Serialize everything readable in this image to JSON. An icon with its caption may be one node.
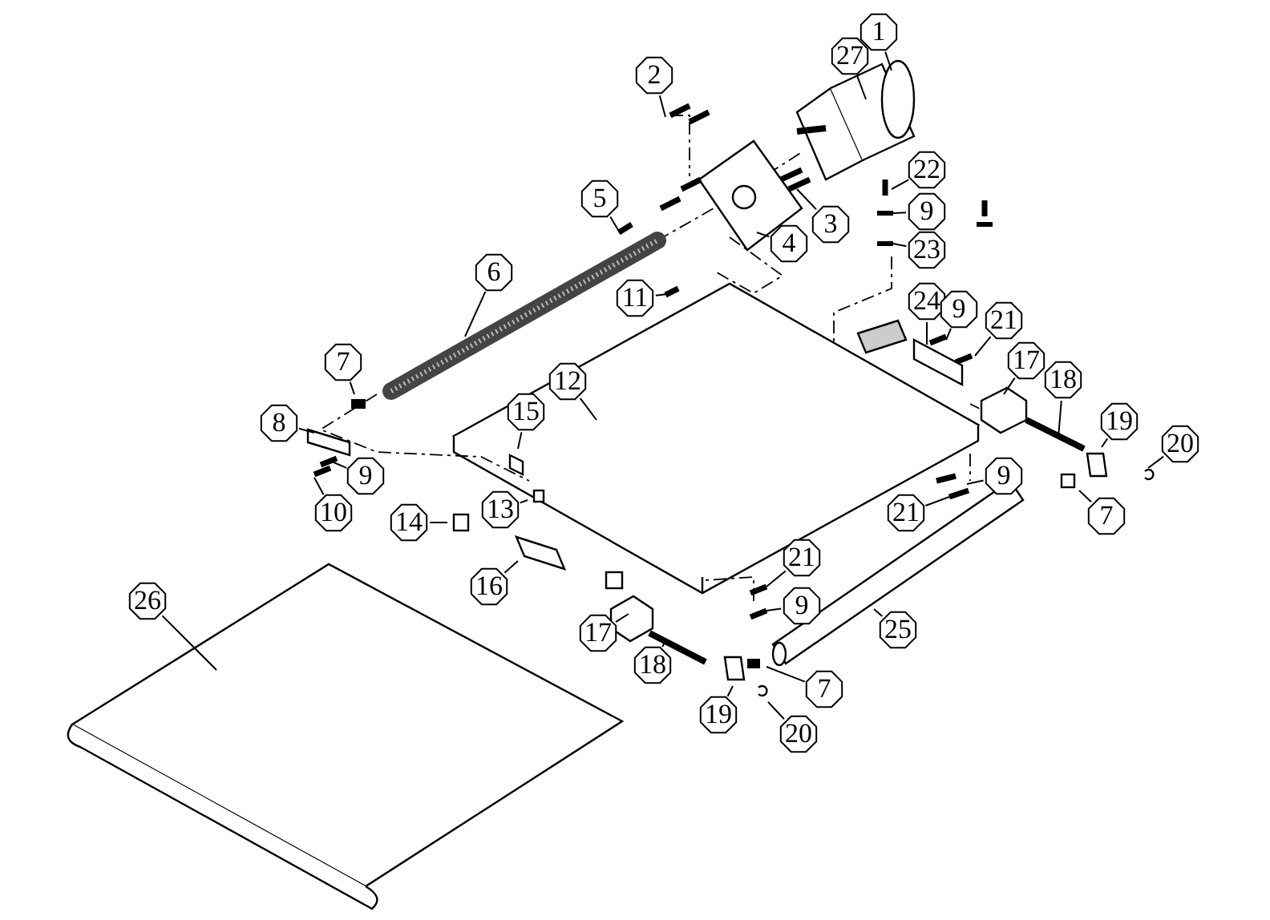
{
  "diagram": {
    "nodes": [
      {
        "text": [
          "1"
        ]
      },
      {
        "text": [
          "27"
        ]
      },
      {
        "text": [
          "2"
        ]
      },
      {
        "text": [
          "22"
        ]
      },
      {
        "text": [
          "9"
        ]
      },
      {
        "text": [
          "3"
        ]
      },
      {
        "text": [
          "5"
        ]
      },
      {
        "text": [
          "23"
        ]
      },
      {
        "text": [
          "4"
        ]
      },
      {
        "text": [
          "6"
        ]
      },
      {
        "text": [
          "11"
        ]
      },
      {
        "text": [
          "24"
        ]
      },
      {
        "text": [
          "9"
        ]
      },
      {
        "text": [
          "21"
        ]
      },
      {
        "text": [
          "17"
        ]
      },
      {
        "text": [
          "7"
        ]
      },
      {
        "text": [
          "12"
        ]
      },
      {
        "text": [
          "18"
        ]
      },
      {
        "text": [
          "8"
        ]
      },
      {
        "text": [
          "15"
        ]
      },
      {
        "text": [
          "19"
        ]
      },
      {
        "text": [
          "20"
        ]
      },
      {
        "text": [
          "9"
        ]
      },
      {
        "text": [
          "13"
        ]
      },
      {
        "text": [
          "9"
        ]
      },
      {
        "text": [
          "14"
        ]
      },
      {
        "text": [
          "7"
        ]
      },
      {
        "text": [
          "21"
        ]
      },
      {
        "text": [
          "10"
        ]
      },
      {
        "text": [
          "16"
        ]
      },
      {
        "text": [
          "21"
        ]
      },
      {
        "text": [
          "9"
        ]
      },
      {
        "text": [
          "26"
        ]
      },
      {
        "text": [
          "17"
        ]
      },
      {
        "text": [
          "18"
        ]
      },
      {
        "text": [
          "25"
        ]
      },
      {
        "text": [
          "7"
        ]
      },
      {
        "text": [
          "19"
        ]
      },
      {
        "text": [
          "20"
        ]
      }
    ],
    "edges": [
      {
        "from": 0,
        "to": null,
        "arrow": "none"
      },
      {
        "from": 1,
        "to": null,
        "arrow": "none"
      },
      {
        "from": 2,
        "to": null,
        "arrow": "none"
      },
      {
        "from": 3,
        "to": null,
        "arrow": "none"
      },
      {
        "from": 4,
        "to": null,
        "arrow": "none"
      },
      {
        "from": 5,
        "to": null,
        "arrow": "none"
      },
      {
        "from": 6,
        "to": null,
        "arrow": "none"
      },
      {
        "from": 7,
        "to": null,
        "arrow": "none"
      },
      {
        "from": 8,
        "to": null,
        "arrow": "none"
      },
      {
        "from": 9,
        "to": null,
        "arrow": "none"
      },
      {
        "from": 10,
        "to": null,
        "arrow": "none"
      },
      {
        "from": 11,
        "to": null,
        "arrow": "none"
      },
      {
        "from": 12,
        "to": null,
        "arrow": "none"
      },
      {
        "from": 13,
        "to": null,
        "arrow": "none"
      },
      {
        "from": 14,
        "to": null,
        "arrow": "none"
      },
      {
        "from": 15,
        "to": null,
        "arrow": "none"
      },
      {
        "from": 16,
        "to": null,
        "arrow": "none"
      },
      {
        "from": 17,
        "to": null,
        "arrow": "none"
      },
      {
        "from": 18,
        "to": null,
        "arrow": "none"
      },
      {
        "from": 19,
        "to": null,
        "arrow": "none"
      },
      {
        "from": 20,
        "to": null,
        "arrow": "none"
      },
      {
        "from": 21,
        "to": null,
        "arrow": "none"
      },
      {
        "from": 22,
        "to": null,
        "arrow": "none"
      },
      {
        "from": 23,
        "to": null,
        "arrow": "none"
      },
      {
        "from": 24,
        "to": null,
        "arrow": "none"
      },
      {
        "from": 25,
        "to": null,
        "arrow": "none"
      },
      {
        "from": 26,
        "to": null,
        "arrow": "none"
      },
      {
        "from": 27,
        "to": null,
        "arrow": "none"
      },
      {
        "from": 28,
        "to": null,
        "arrow": "none"
      },
      {
        "from": 29,
        "to": null,
        "arrow": "none"
      },
      {
        "from": 30,
        "to": null,
        "arrow": "none"
      },
      {
        "from": 31,
        "to": null,
        "arrow": "none"
      },
      {
        "from": 32,
        "to": null,
        "arrow": "none"
      },
      {
        "from": 33,
        "to": null,
        "arrow": "none"
      },
      {
        "from": 34,
        "to": null,
        "arrow": "none"
      },
      {
        "from": 35,
        "to": null,
        "arrow": "none"
      },
      {
        "from": 36,
        "to": null,
        "arrow": "none"
      },
      {
        "from": 37,
        "to": null,
        "arrow": "none"
      },
      {
        "from": 38,
        "to": null,
        "arrow": "none"
      }
    ]
  }
}
